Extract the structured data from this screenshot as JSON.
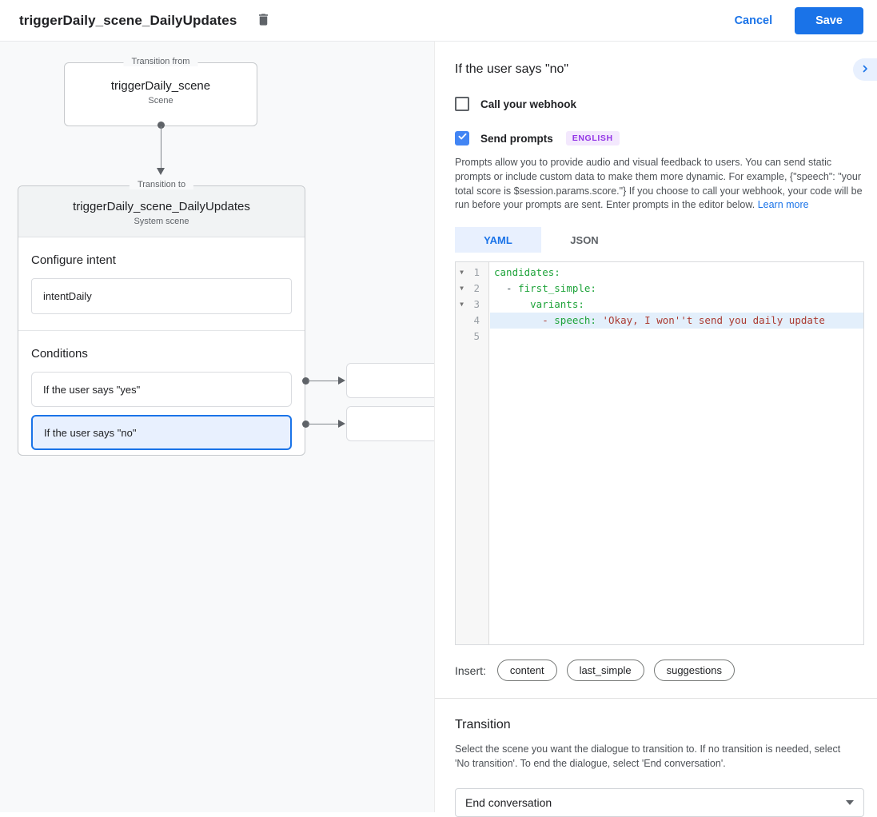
{
  "header": {
    "title": "triggerDaily_scene_DailyUpdates",
    "cancel_label": "Cancel",
    "save_label": "Save"
  },
  "flow": {
    "from": {
      "label": "Transition from",
      "title": "triggerDaily_scene",
      "subtitle": "Scene"
    },
    "to": {
      "label": "Transition to",
      "title": "triggerDaily_scene_DailyUpdates",
      "subtitle": "System scene"
    },
    "intent_section": "Configure intent",
    "intent_value": "intentDaily",
    "conditions_section": "Conditions",
    "conditions": [
      "If the user says \"yes\"",
      "If the user says \"no\""
    ]
  },
  "panel": {
    "title": "If the user says \"no\"",
    "webhook_label": "Call your webhook",
    "prompts_label": "Send prompts",
    "language_badge": "ENGLISH",
    "description": "Prompts allow you to provide audio and visual feedback to users. You can send static prompts or include custom data to make them more dynamic. For example, {\"speech\": \"your total score is $session.params.score.\"} If you choose to call your webhook, your code will be run before your prompts are sent. Enter prompts in the editor below.",
    "learn_more": "Learn more",
    "tabs": [
      "YAML",
      "JSON"
    ],
    "editor": {
      "lines": [
        {
          "num": "1",
          "fold": true,
          "active": false,
          "tokens": [
            {
              "c": "key",
              "v": "candidates:"
            }
          ]
        },
        {
          "num": "2",
          "fold": true,
          "active": false,
          "tokens": [
            {
              "c": "plain",
              "v": "  - "
            },
            {
              "c": "key",
              "v": "first_simple:"
            }
          ]
        },
        {
          "num": "3",
          "fold": true,
          "active": false,
          "tokens": [
            {
              "c": "plain",
              "v": "      "
            },
            {
              "c": "key",
              "v": "variants:"
            }
          ]
        },
        {
          "num": "4",
          "fold": false,
          "active": true,
          "tokens": [
            {
              "c": "plain",
              "v": "        "
            },
            {
              "c": "str",
              "v": "- "
            },
            {
              "c": "key",
              "v": "speech: "
            },
            {
              "c": "str",
              "v": "'Okay, I won''t send you daily update"
            }
          ]
        },
        {
          "num": "5",
          "fold": false,
          "active": false,
          "tokens": []
        }
      ]
    },
    "insert_label": "Insert:",
    "chips": [
      "content",
      "last_simple",
      "suggestions"
    ],
    "transition": {
      "title": "Transition",
      "description": "Select the scene you want the dialogue to transition to. If no transition is needed, select 'No transition'. To end the dialogue, select 'End conversation'.",
      "selected_value": "End conversation"
    }
  },
  "colors": {
    "accent_blue": "#1a73e8",
    "checkbox_blue": "#4285f4",
    "selected_bg": "#e8f0fe",
    "badge_purple": "#9334e6",
    "badge_bg": "#f3e8fd",
    "canvas_bg": "#f8f9fa",
    "code_key_green": "#1ea33a",
    "code_string_red": "#ab3a31",
    "active_line_bg": "#e3effb"
  }
}
